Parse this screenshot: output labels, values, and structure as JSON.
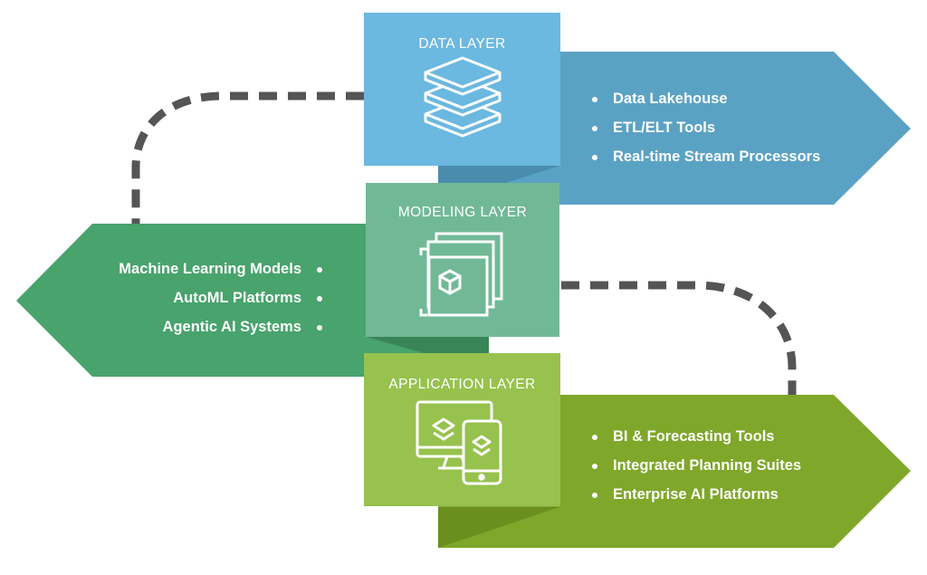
{
  "layers": {
    "data": {
      "title": "DATA LAYER",
      "icon": "stacked-layers-icon",
      "items": [
        "Data Lakehouse",
        "ETL/ELT Tools",
        "Real-time Stream Processors"
      ]
    },
    "modeling": {
      "title": "MODELING LAYER",
      "icon": "model-frames-cube-icon",
      "items": [
        "Machine Learning Models",
        "AutoML Platforms",
        "Agentic AI Systems"
      ]
    },
    "application": {
      "title": "APPLICATION LAYER",
      "icon": "monitor-and-phone-icon",
      "items": [
        "BI & Forecasting Tools",
        "Integrated Planning Suites",
        "Enterprise AI Platforms"
      ]
    }
  },
  "colors": {
    "data_box": "#6bb8e0",
    "data_arrow": "#5aa2c4",
    "modeling_box": "#71b996",
    "modeling_arrow": "#48a36c",
    "application_box": "#97c24e",
    "application_arrow": "#7fa72a",
    "connector": "#555555"
  }
}
